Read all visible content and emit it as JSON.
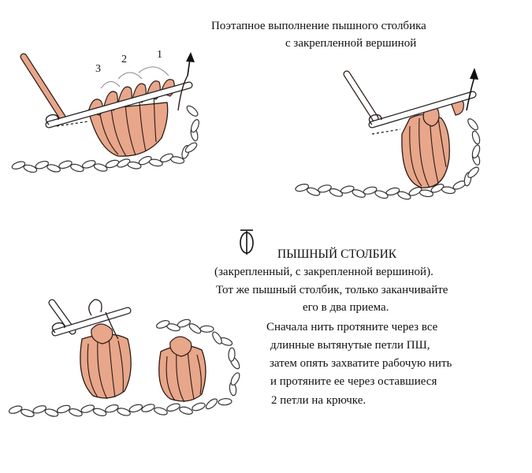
{
  "title": {
    "line1": "Поэтапное выполнение пышного столбика",
    "line2": "с закрепленной вершиной"
  },
  "step_labels": [
    "3",
    "2",
    "1"
  ],
  "symbol_name": "puff-stitch-symbol",
  "heading": "ПЫШНЫЙ СТОЛБИК",
  "description": [
    "(закрепленный, с закрепленной вершиной).",
    "Тот же пышный столбик, только заканчивайте",
    "его в два приема.",
    "Сначала нить протяните через все",
    "длинные вытянутые петли ПШ,",
    "затем опять захватите рабочую нить",
    "и протяните ее через оставшиеся",
    "2 петли на крючке."
  ],
  "colors": {
    "yarn": "#e8a68a",
    "yarn_outline": "#2a1a14",
    "chain": "#ffffff",
    "chain_outline": "#333333",
    "hook": "#ffffff",
    "text": "#111111"
  }
}
